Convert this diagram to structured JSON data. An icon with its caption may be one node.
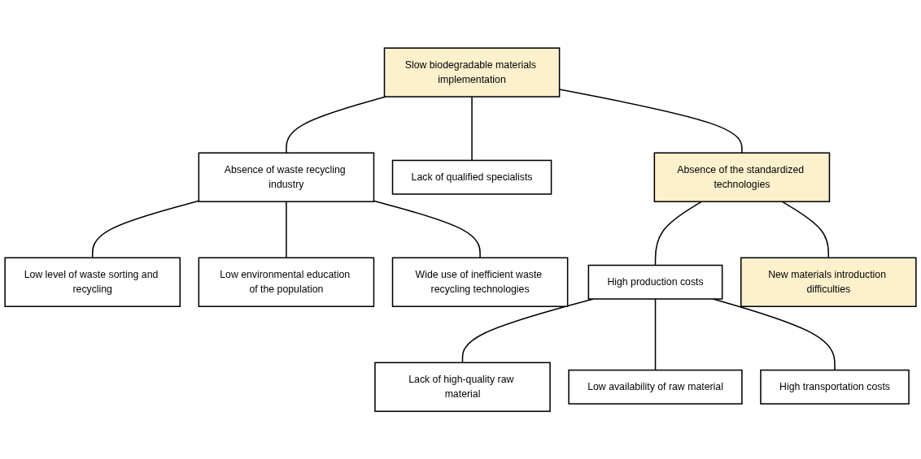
{
  "diagram": {
    "nodes": [
      {
        "text": [
          "Slow biodegradable materials implementation"
        ]
      },
      {
        "text": [
          "Absence of waste recycling industry"
        ]
      },
      {
        "text": [
          "Lack of qualified specialists"
        ]
      },
      {
        "text": [
          "Absence of the standardized technologies"
        ]
      },
      {
        "text": [
          "Low level of waste sorting and recycling"
        ]
      },
      {
        "text": [
          "Low environmental education of the population"
        ]
      },
      {
        "text": [
          "Wide use of inefficient waste recycling technologies"
        ]
      },
      {
        "text": [
          "High production costs"
        ]
      },
      {
        "text": [
          "New materials introduction difficulties"
        ]
      },
      {
        "text": [
          "Lack of high-quality raw material"
        ]
      },
      {
        "text": [
          "High transportation costs"
        ]
      },
      {
        "text": [
          "Low availability of raw material"
        ]
      }
    ],
    "edges": [
      {
        "from": 0,
        "to": 1,
        "arrow": "none"
      },
      {
        "from": 0,
        "to": 2,
        "arrow": "none"
      },
      {
        "from": 0,
        "to": 3,
        "arrow": "none"
      },
      {
        "from": 1,
        "to": 4,
        "arrow": "none"
      },
      {
        "from": 1,
        "to": 6,
        "arrow": "none"
      },
      {
        "from": 1,
        "to": 5,
        "arrow": "none"
      },
      {
        "from": 3,
        "to": 7,
        "arrow": "none"
      },
      {
        "from": 3,
        "to": 8,
        "arrow": "none"
      },
      {
        "from": 7,
        "to": 9,
        "arrow": "none"
      },
      {
        "from": 7,
        "to": 11,
        "arrow": "none"
      },
      {
        "from": 7,
        "to": 10,
        "arrow": "none"
      }
    ]
  }
}
